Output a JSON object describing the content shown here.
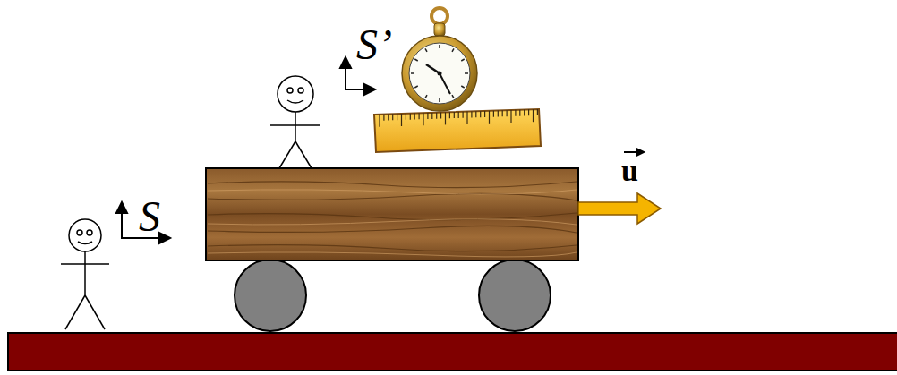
{
  "diagram": {
    "labels": [
      "S",
      "S’",
      "u"
    ]
  }
}
